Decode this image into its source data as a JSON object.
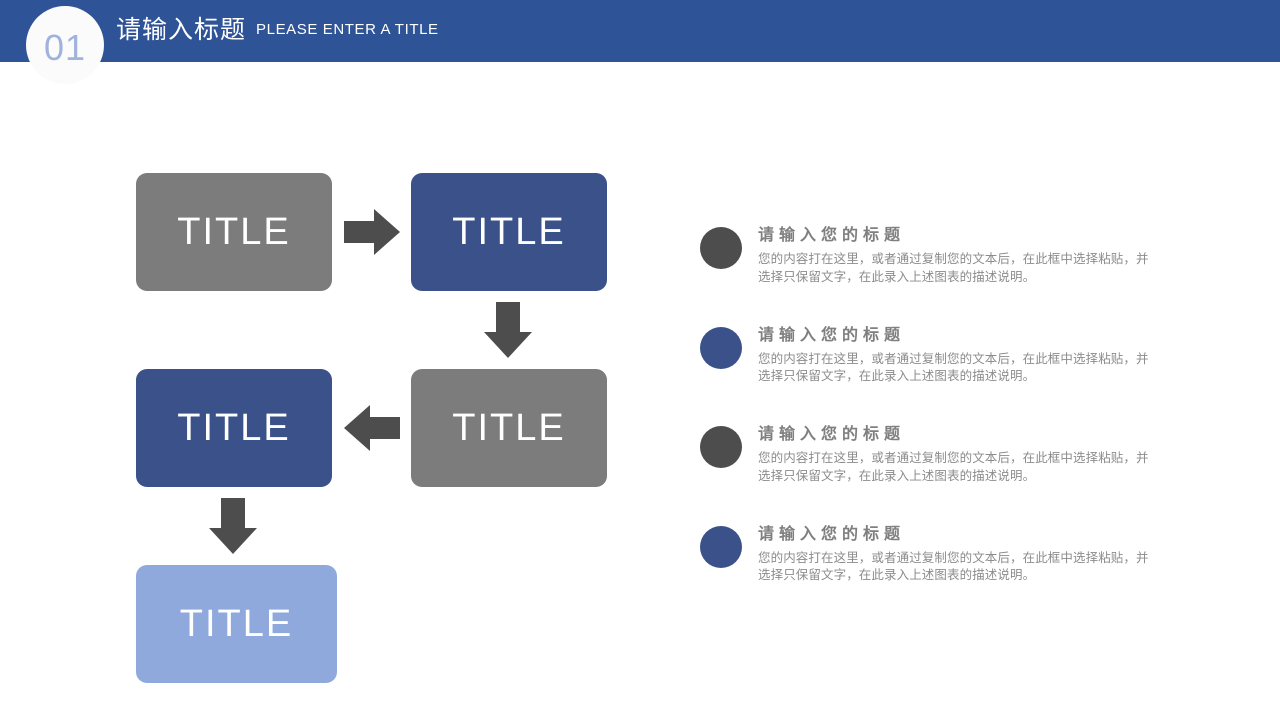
{
  "header": {
    "number": "01",
    "title_cn": "请输入标题",
    "title_en": "PLEASE ENTER A TITLE",
    "bar_color": "#2e5396",
    "number_color": "#9fb3dd"
  },
  "flow": {
    "boxes": [
      {
        "label": "TITLE",
        "color": "#7c7c7c",
        "style": "gray"
      },
      {
        "label": "TITLE",
        "color": "#3a5289",
        "style": "blue"
      },
      {
        "label": "TITLE",
        "color": "#7c7c7c",
        "style": "gray"
      },
      {
        "label": "TITLE",
        "color": "#3a5289",
        "style": "blue"
      },
      {
        "label": "TITLE",
        "color": "#8fa9dc",
        "style": "light"
      }
    ],
    "arrows": [
      {
        "direction": "right",
        "color": "#4d4d4d"
      },
      {
        "direction": "down",
        "color": "#4d4d4d"
      },
      {
        "direction": "left",
        "color": "#4d4d4d"
      },
      {
        "direction": "down",
        "color": "#4d4d4d"
      }
    ]
  },
  "bullets": [
    {
      "dot_color": "#4d4d4d",
      "title": "请输入您的标题",
      "body": "您的内容打在这里，或者通过复制您的文本后，在此框中选择粘贴，并选择只保留文字，在此录入上述图表的描述说明。"
    },
    {
      "dot_color": "#3a5289",
      "title": "请输入您的标题",
      "body": "您的内容打在这里，或者通过复制您的文本后，在此框中选择粘贴，并选择只保留文字，在此录入上述图表的描述说明。"
    },
    {
      "dot_color": "#4d4d4d",
      "title": "请输入您的标题",
      "body": "您的内容打在这里，或者通过复制您的文本后，在此框中选择粘贴，并选择只保留文字，在此录入上述图表的描述说明。"
    },
    {
      "dot_color": "#3a5289",
      "title": "请输入您的标题",
      "body": "您的内容打在这里，或者通过复制您的文本后，在此框中选择粘贴，并选择只保留文字，在此录入上述图表的描述说明。"
    }
  ]
}
